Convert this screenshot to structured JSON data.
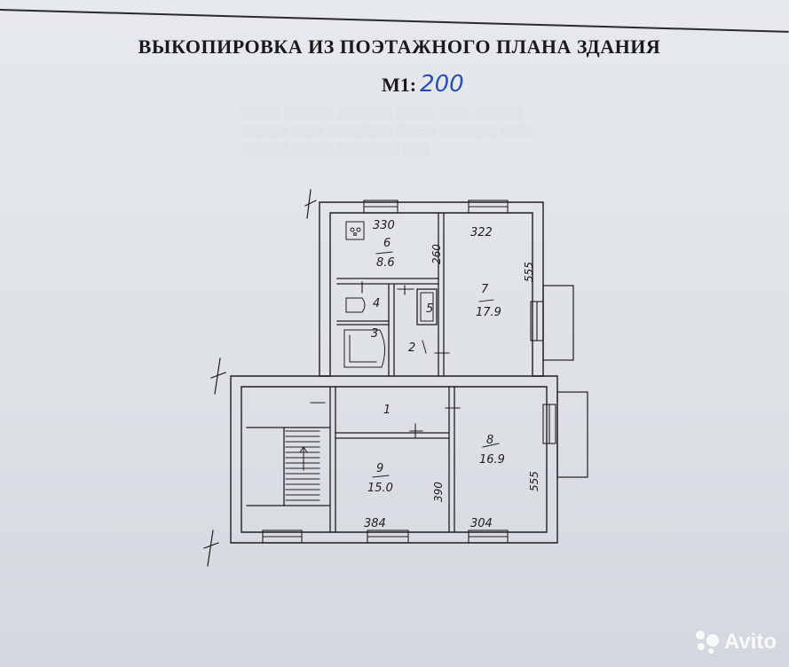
{
  "document": {
    "title": "ВЫКОПИРОВКА ИЗ ПОЭТАЖНОГО ПЛАНА ЗДАНИЯ",
    "scale_prefix": "М1:",
    "scale_value": "200"
  },
  "rooms": {
    "r6": {
      "number": "6",
      "area": "8.6"
    },
    "r7": {
      "number": "7",
      "area": "17.9"
    },
    "r8": {
      "number": "8",
      "area": "16.9"
    },
    "r9": {
      "number": "9",
      "area": "15.0"
    },
    "r1": {
      "number": "1"
    },
    "r2": {
      "number": "2"
    },
    "r3": {
      "number": "3"
    },
    "r4": {
      "number": "4"
    },
    "r5": {
      "number": "5"
    }
  },
  "dimensions": {
    "d6_width": "330",
    "d6_height": "260",
    "d7_width": "322",
    "d7_height": "555",
    "d9_height": "390",
    "d9_width": "384",
    "d8_width": "304",
    "d8_height": "555"
  },
  "watermark": {
    "text": "Avito"
  }
}
